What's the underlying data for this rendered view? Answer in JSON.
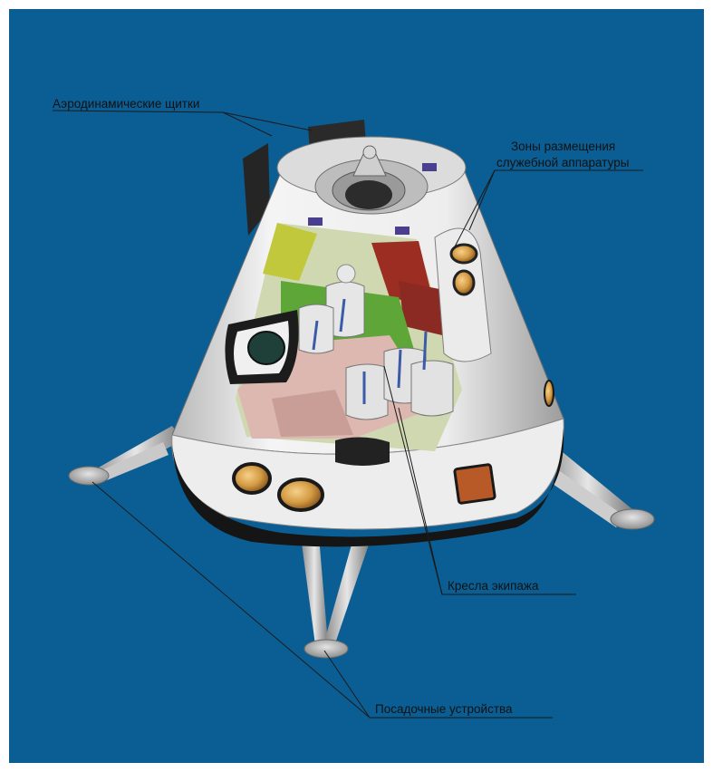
{
  "labels": {
    "aero_flaps": "Аэродинамические щитки",
    "service_zone_line1": "Зоны размещения",
    "service_zone_line2": "служебной аппаратуры",
    "crew_seats": "Кресла экипажа",
    "landing_gear": "Посадочные устройства"
  },
  "colors": {
    "background": "#0b5e93",
    "hull": "#e9e9e9",
    "heat_shield": "#1a1a1a",
    "label_text": "#111111",
    "leader_line": "#1a1a1a"
  }
}
